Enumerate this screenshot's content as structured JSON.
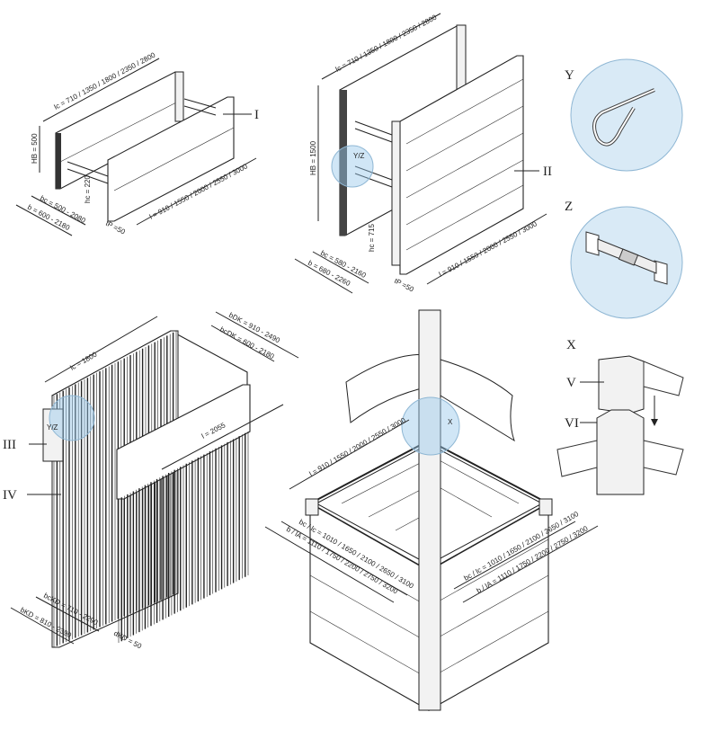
{
  "figure_I": {
    "label": "I",
    "lc": "lc = 710 / 1350 / 1800 / 2350 / 2800",
    "hb": "HB = 500",
    "hc": "hc = 220",
    "bc": "bc = 500 - 2080",
    "b": "b = 600 - 2180",
    "tp": "tP =50",
    "l": "l = 910 / 1550 / 2000 / 2550 / 3000"
  },
  "figure_II": {
    "label": "II",
    "lc": "lc = 710 / 1350 / 1800 / 2350 / 2800",
    "hb": "HB = 1500",
    "hc": "hc = 715",
    "bc": "bc = 580 - 2160",
    "b": "b = 680 - 2260",
    "tp": "tP =50",
    "l": "l = 910 / 1550 / 2000 / 2550 / 3000",
    "detail": "Y/Z"
  },
  "figure_III_IV": {
    "label_III": "III",
    "label_IV": "IV",
    "lc": "lc = 1800",
    "bdk": "bDK = 910 - 2490",
    "bcdk": "bcDK = 600 - 2180",
    "l": "l = 2055",
    "bckd": "bcKD = 710 - 2290",
    "bkd": "bKD = 810 - 2390",
    "dkd": "dKD = 50",
    "detail": "Y/Z"
  },
  "figure_corner": {
    "l": "l = 910 / 1550 / 2000 / 2550 / 3000",
    "bc_left": "bc / lc = 1010 / 1650 / 2100 / 2650 / 3100",
    "b_left": "b / lA = 1110 / 1750 / 2200 / 2750 / 3200",
    "bc_right": "bc / lc = 1010 / 1650 / 2100 / 2650 / 3100",
    "b_right": "b / lA = 1110 / 1750 / 2200 / 2750 / 3200",
    "detail": "X"
  },
  "details": {
    "y": "Y",
    "z": "Z",
    "x": "X",
    "v": "V",
    "vi": "VI"
  },
  "colors": {
    "highlight": "#d9eaf6",
    "line": "#222222"
  }
}
